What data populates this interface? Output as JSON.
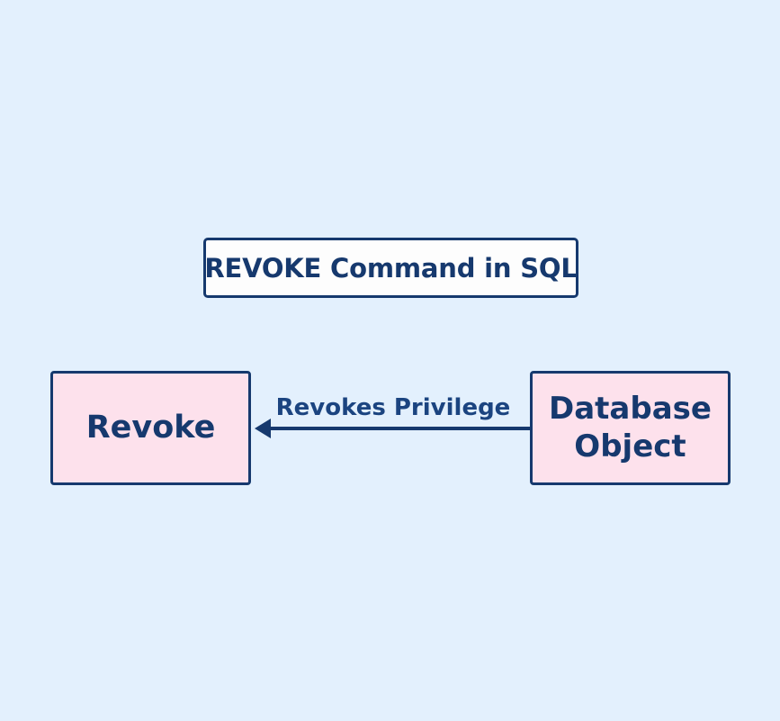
{
  "diagram": {
    "background_color": "#e3f0fd",
    "accent_color": "#16396e",
    "node_fill_color": "#fde1ec",
    "title_fill_color": "#fdfdfd",
    "title": {
      "label": "REVOKE Command in SQL"
    },
    "nodes": [
      {
        "id": "revoke",
        "label": "Revoke",
        "lines": [
          "Revoke"
        ],
        "fill": "#fde1ec",
        "border": "#16396e"
      },
      {
        "id": "database-object",
        "label": "Database Object",
        "lines": [
          "Database",
          "Object"
        ],
        "fill": "#fde1ec",
        "border": "#16396e"
      }
    ],
    "edges": [
      {
        "id": "revokes-privilege",
        "label": "Revokes Privilege",
        "from": "database-object",
        "to": "revoke",
        "direction": "left",
        "arrowhead": "filled-triangle",
        "color": "#16396e"
      }
    ]
  }
}
